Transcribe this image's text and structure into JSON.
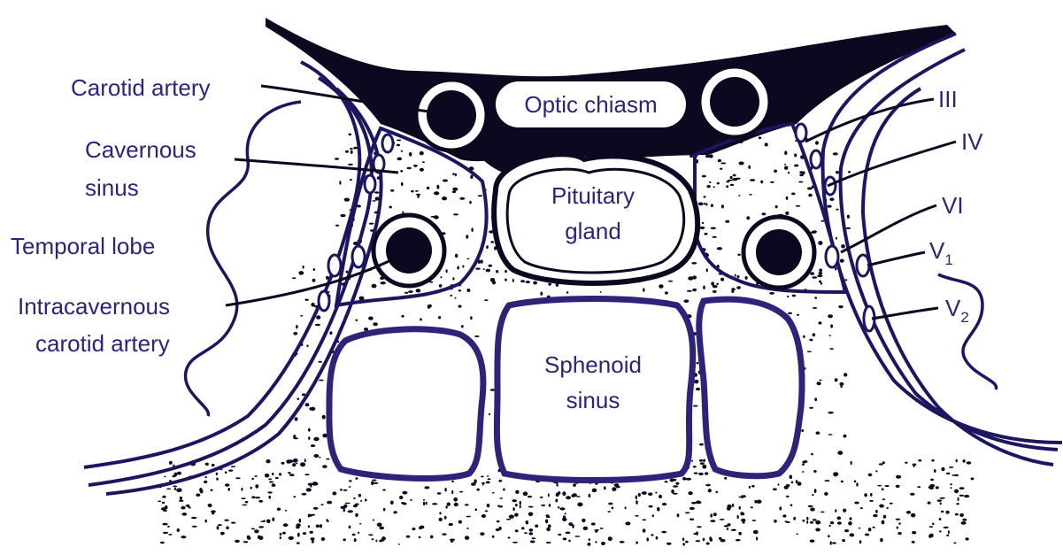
{
  "colors": {
    "ink": "#0b0820",
    "label": "#2d247a",
    "wall": "#1c1660",
    "paper": "#ffffff"
  },
  "labels": {
    "carotid_artery": "Carotid artery",
    "cavernous_sinus_line1": "Cavernous",
    "cavernous_sinus_line2": "sinus",
    "temporal_lobe": "Temporal lobe",
    "intracavernous_line1": "Intracavernous",
    "intracavernous_line2": "carotid artery",
    "optic_chiasm": "Optic chiasm",
    "pituitary_line1": "Pituitary",
    "pituitary_line2": "gland",
    "sphenoid_line1": "Sphenoid",
    "sphenoid_line2": "sinus",
    "nerve_iii": "III",
    "nerve_iv": "IV",
    "nerve_vi": "VI",
    "nerve_v1_letter": "V",
    "nerve_v1_sub": "1",
    "nerve_v2_letter": "V",
    "nerve_v2_sub": "2"
  }
}
